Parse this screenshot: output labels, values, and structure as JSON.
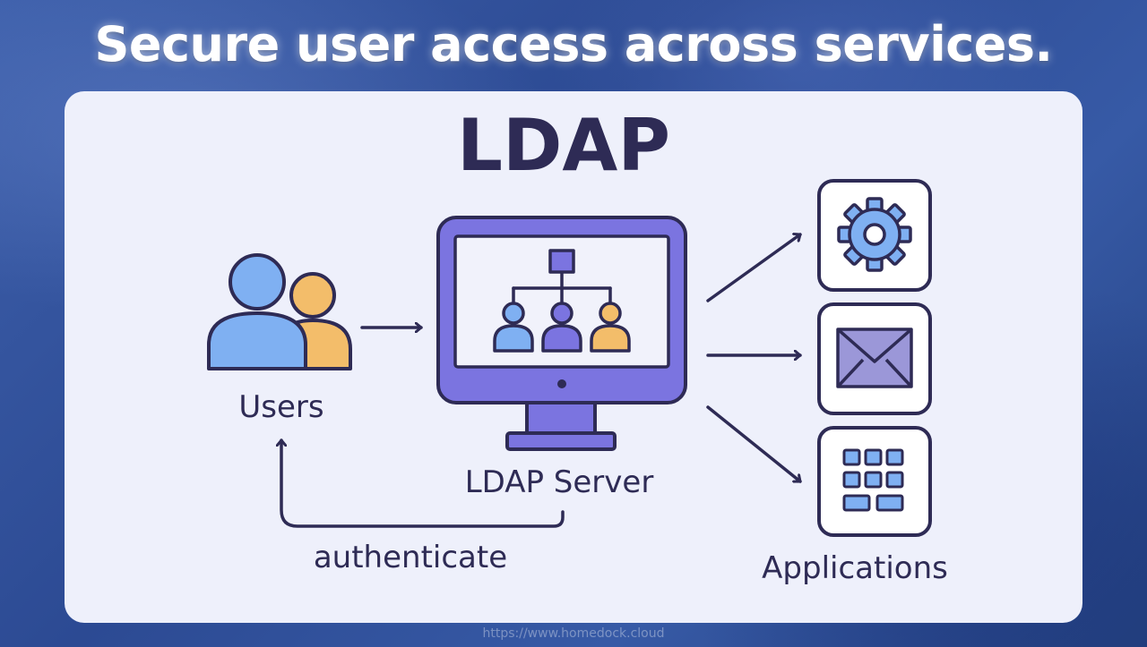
{
  "headline": "Secure user access across services.",
  "diagram": {
    "title": "LDAP",
    "users_label": "Users",
    "server_label": "LDAP Server",
    "authenticate_label": "authenticate",
    "applications_label": "Applications"
  },
  "watermark": "https://www.homedock.cloud",
  "colors": {
    "outline": "#2e2b55",
    "monitor": "#7b74e0",
    "user_blue": "#7fb0f2",
    "user_orange": "#f3bd6a",
    "panel": "#eef0fb"
  },
  "icons": [
    "users-icon",
    "monitor-icon",
    "hierarchy-icon",
    "gear-icon",
    "mail-icon",
    "grid-icon"
  ]
}
